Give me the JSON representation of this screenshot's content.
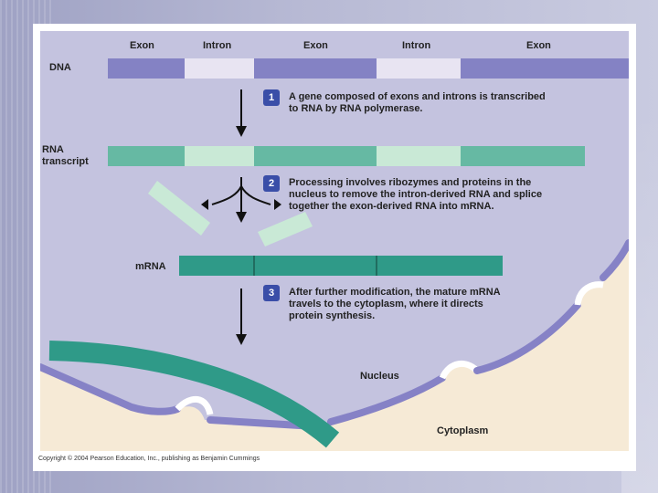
{
  "header": {
    "exon1": "Exon",
    "intron1": "Intron",
    "exon2": "Exon",
    "intron2": "Intron",
    "exon3": "Exon"
  },
  "labels": {
    "dna": "DNA",
    "rna_transcript_line1": "RNA",
    "rna_transcript_line2": "transcript",
    "mrna": "mRNA",
    "nucleus": "Nucleus",
    "cytoplasm": "Cytoplasm"
  },
  "steps": [
    {
      "num": "1",
      "text": "A gene composed of exons and introns is transcribed to RNA by RNA polymerase."
    },
    {
      "num": "2",
      "text": "Processing involves ribozymes and proteins in the nucleus to remove the intron-derived RNA and splice together the exon-derived RNA into mRNA."
    },
    {
      "num": "3",
      "text": "After further modification, the mature mRNA travels to the cytoplasm, where it directs protein synthesis."
    }
  ],
  "copyright": "Copyright © 2004 Pearson Education, Inc., publishing as Benjamin Cummings",
  "colors": {
    "nucleus_bg": "#c4c3df",
    "cytoplasm_bg": "#f6ead6",
    "exon_dna": "#8482c4",
    "intron_dna": "#e8e4f2",
    "exon_rna": "#66b9a3",
    "intron_rna": "#c9e9d6",
    "mrna": "#2f9a88",
    "membrane": "#8682c6",
    "step_badge": "#3a4ea8"
  }
}
